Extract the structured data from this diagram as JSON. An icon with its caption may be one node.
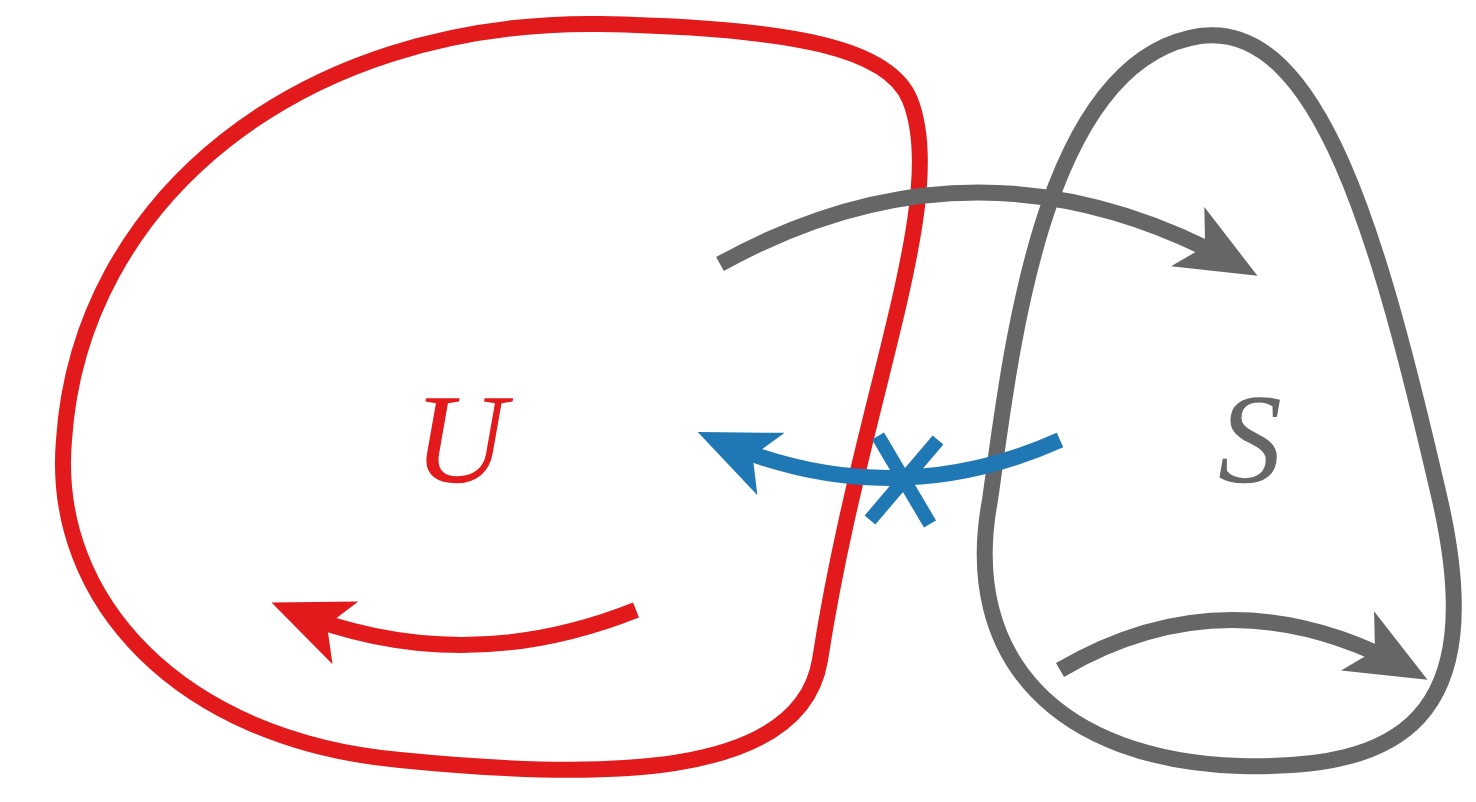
{
  "diagram": {
    "nodes": [
      {
        "text": [
          "U"
        ]
      },
      {
        "text": [
          "S"
        ]
      }
    ],
    "edges": [
      {
        "from": 0,
        "to": 1,
        "arrow": "to"
      },
      {
        "from": 1,
        "to": 0,
        "arrow": "to",
        "color": "#1f77b4"
      },
      {
        "from": 0,
        "to": 0,
        "arrow": "to",
        "color": "#e31a1c"
      },
      {
        "from": 1,
        "to": 1,
        "arrow": "to"
      }
    ]
  }
}
